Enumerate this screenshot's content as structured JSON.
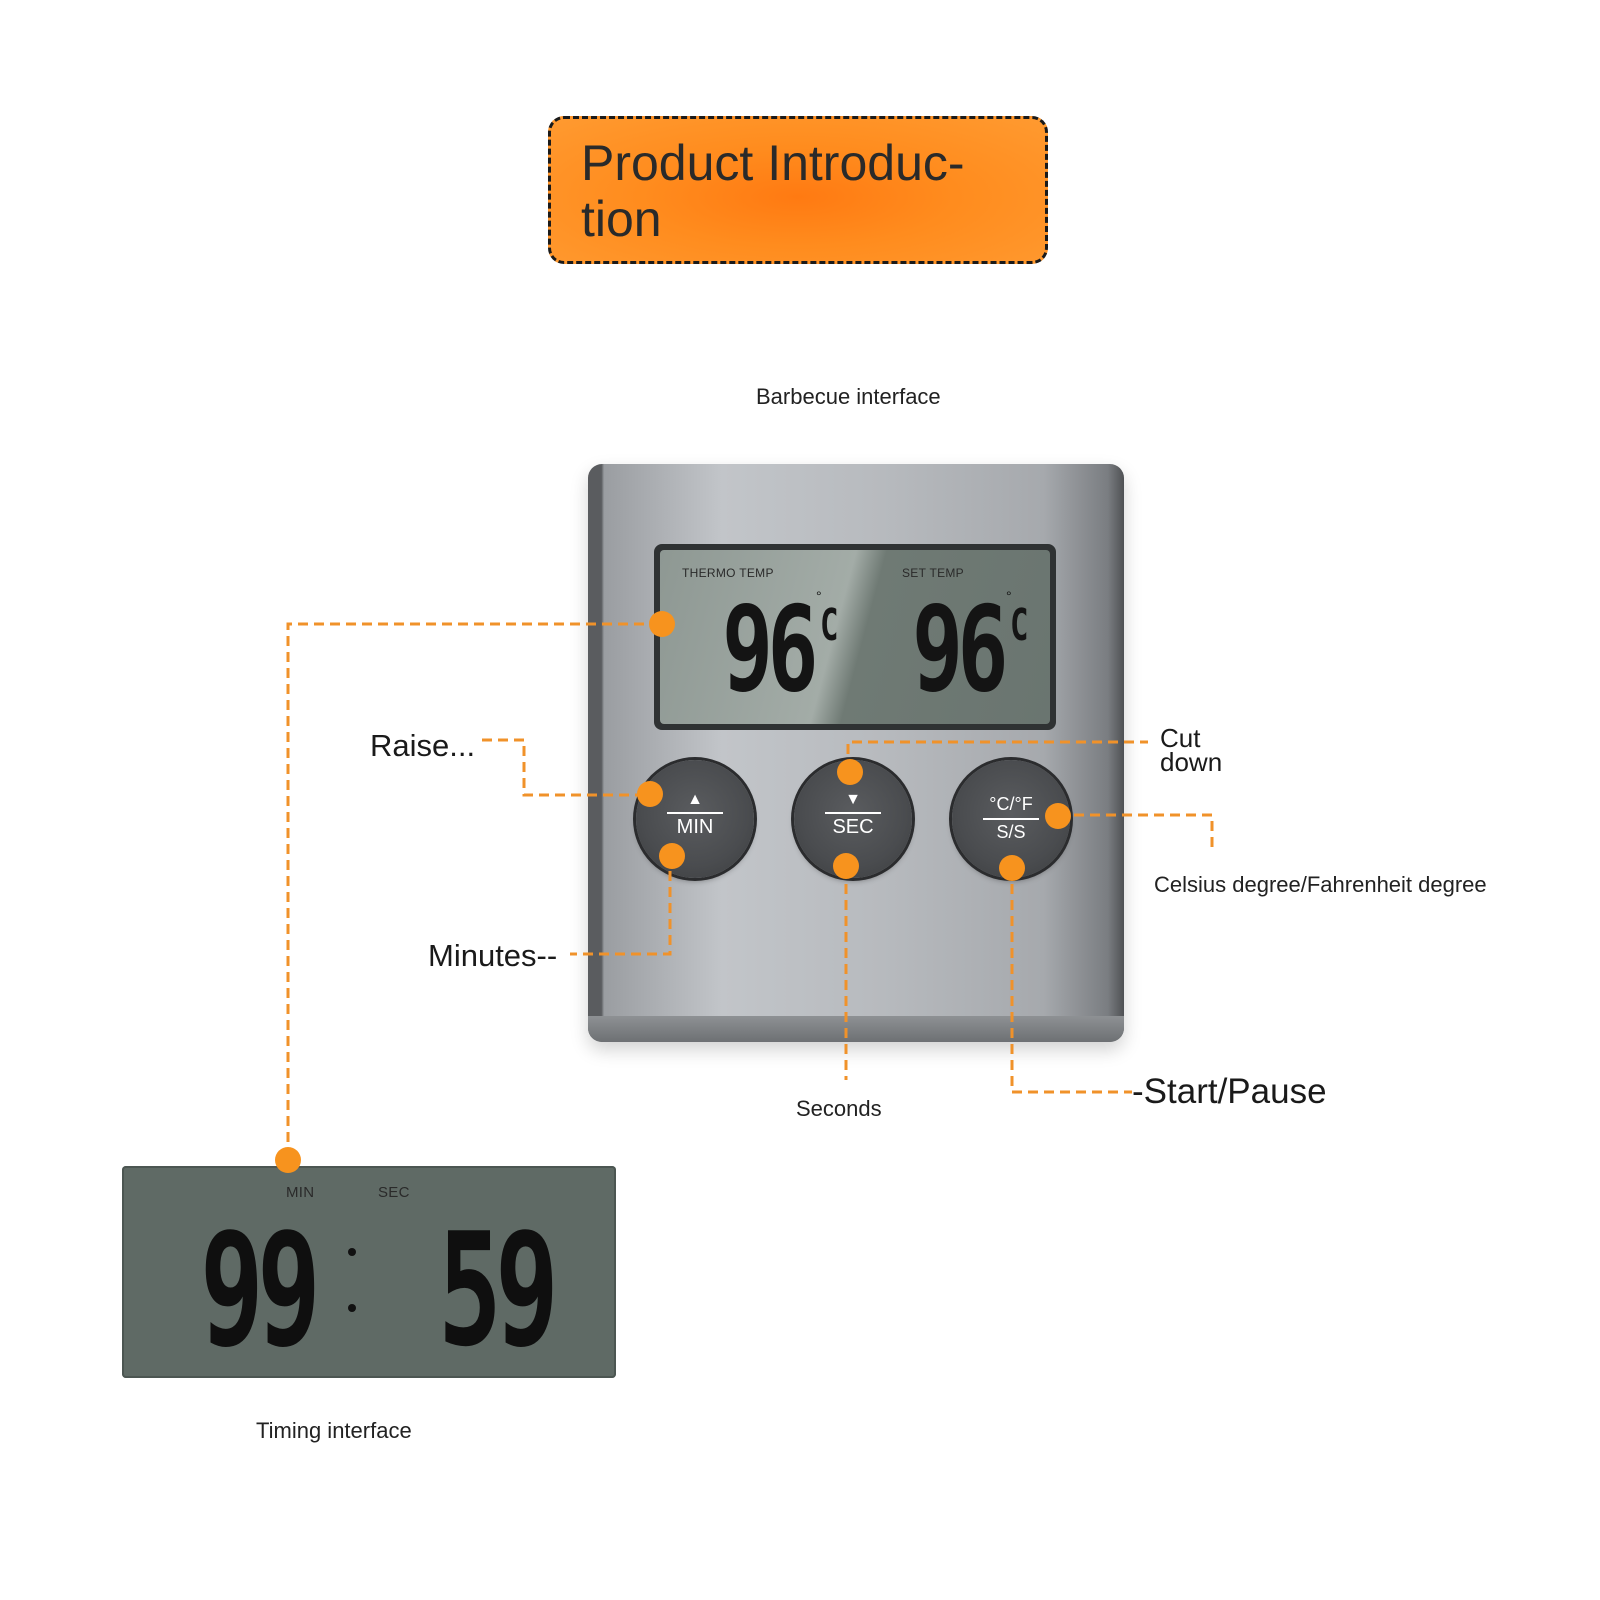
{
  "title": "Product Introduc-\ntion",
  "captions": {
    "barbecue": "Barbecue interface",
    "timing": "Timing interface",
    "seconds": "Seconds"
  },
  "callouts": {
    "raise": "Raise...",
    "minutes": "Minutes--",
    "cut_down": "Cut\ndown",
    "celsius": "Celsius degree/Fahrenheit degree",
    "start_pause": "-Start/Pause"
  },
  "device": {
    "left_label": "THERMO  TEMP",
    "right_label": "SET  TEMP",
    "left_value": "96",
    "right_value": "96",
    "unit": "C",
    "degree": "°",
    "buttons": [
      {
        "symbol": "▲",
        "label": "MIN"
      },
      {
        "symbol": "▼",
        "label": "SEC"
      },
      {
        "top": "°C/°F",
        "label": "S/S"
      }
    ]
  },
  "timer": {
    "min_label": "MIN",
    "sec_label": "SEC",
    "minutes": "99",
    "seconds": "59"
  },
  "colors": {
    "accent": "#f7931e",
    "banner": "#ff8a1f"
  }
}
